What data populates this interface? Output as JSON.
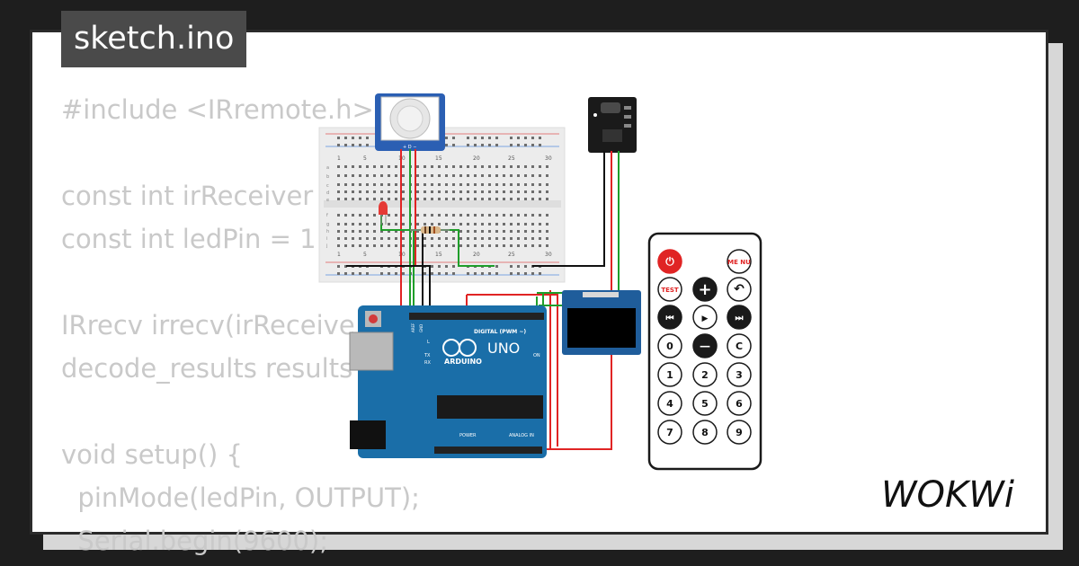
{
  "title": "sketch.ino",
  "code_lines": [
    "#include <IRremote.h>",
    "",
    "const int irReceiver",
    "const int ledPin = 1",
    "",
    "IRrecv irrecv(irReceive",
    "decode_results results",
    "",
    "void setup() {",
    "  pinMode(ledPin, OUTPUT);",
    "  Serial.begin(9600);"
  ],
  "brand": "WOKWi",
  "arduino": {
    "model": "UNO",
    "brand": "ARDUINO",
    "digital_label": "DIGITAL (PWM ~)",
    "power_label": "POWER",
    "analog_label": "ANALOG IN",
    "tx": "TX",
    "rx": "RX",
    "on": "ON",
    "l": "L",
    "aref": "AREF",
    "gnd": "GND"
  },
  "remote": {
    "buttons": [
      "power",
      "MENU",
      "TEST",
      "+",
      "back",
      "prev",
      "play",
      "next",
      "0",
      "-",
      "C",
      "1",
      "2",
      "3",
      "4",
      "5",
      "6",
      "7",
      "8",
      "9"
    ],
    "menu": "ME NU",
    "test": "TEST",
    "digits": [
      "0",
      "C",
      "1",
      "2",
      "3",
      "4",
      "5",
      "6",
      "7",
      "8",
      "9"
    ]
  },
  "breadboard": {
    "columns": [
      "1",
      "5",
      "10",
      "15",
      "20",
      "25",
      "30"
    ],
    "rows_top": [
      "a",
      "b",
      "c",
      "d",
      "e"
    ],
    "rows_bottom": [
      "f",
      "g",
      "h",
      "i",
      "j"
    ]
  },
  "colors": {
    "background": "#1e1e1e",
    "card": "#ffffff",
    "code": "#c9c9c9",
    "title_bg": "#4a4a4a",
    "arduino": "#1a6ea8",
    "wire_red": "#e02424",
    "wire_green": "#1f9e2a",
    "wire_black": "#111111",
    "oled": "#1f5d9b",
    "pir": "#2b5fb3"
  }
}
